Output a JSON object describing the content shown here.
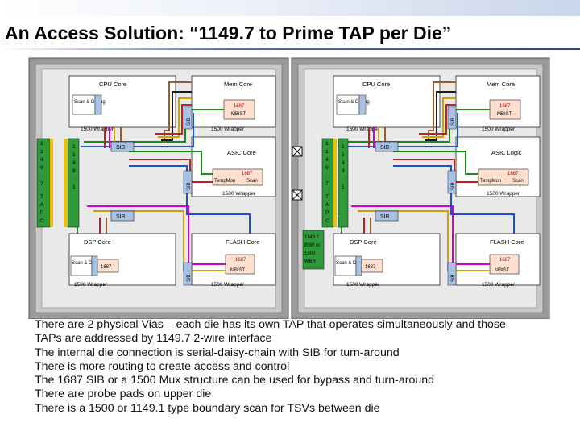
{
  "slide": {
    "title": "An Access Solution: “1149.7 to Prime TAP per Die”"
  },
  "diagram": {
    "labels": {
      "cpu_core": "CPU Core",
      "mem_core": "Mem Core",
      "asic_core": "ASIC Core",
      "asic_logic": "ASIC Logic",
      "dsp_core": "DSP Core",
      "flash_core": "FLASH Core",
      "wrapper": "1500 Wrapper",
      "scan_debug": "Scan & Debug",
      "sib": "SIB",
      "s1687": "1687",
      "mbist": "MBIST",
      "tempmon": "TempMon",
      "scan": "Scan",
      "side_stack": [
        "1",
        "1",
        "4",
        "9",
        ".",
        "7"
      ],
      "tap_stack": [
        "T",
        "A",
        "P",
        "C"
      ],
      "c1149_stack": [
        "1",
        "1",
        "4",
        "9",
        ".",
        "1"
      ],
      "bsr_lines": [
        "1149.1",
        "BSR or",
        "1500",
        "WBR"
      ]
    }
  },
  "bullets": [
    "There are 2 physical Vias – each die has its own TAP that operates simultaneously and those",
    "TAPs are addressed by 1149.7 2-wire interface",
    "The internal die connection is serial-daisy-chain with SIB for turn-around",
    "There is more routing to create access and control",
    "The 1687 SIB or a 1500 Mux structure can be used for bypass and turn-around",
    "There are probe pads on upper die",
    "There is a 1500 or 1149.1 type boundary scan for TSVs between die"
  ]
}
